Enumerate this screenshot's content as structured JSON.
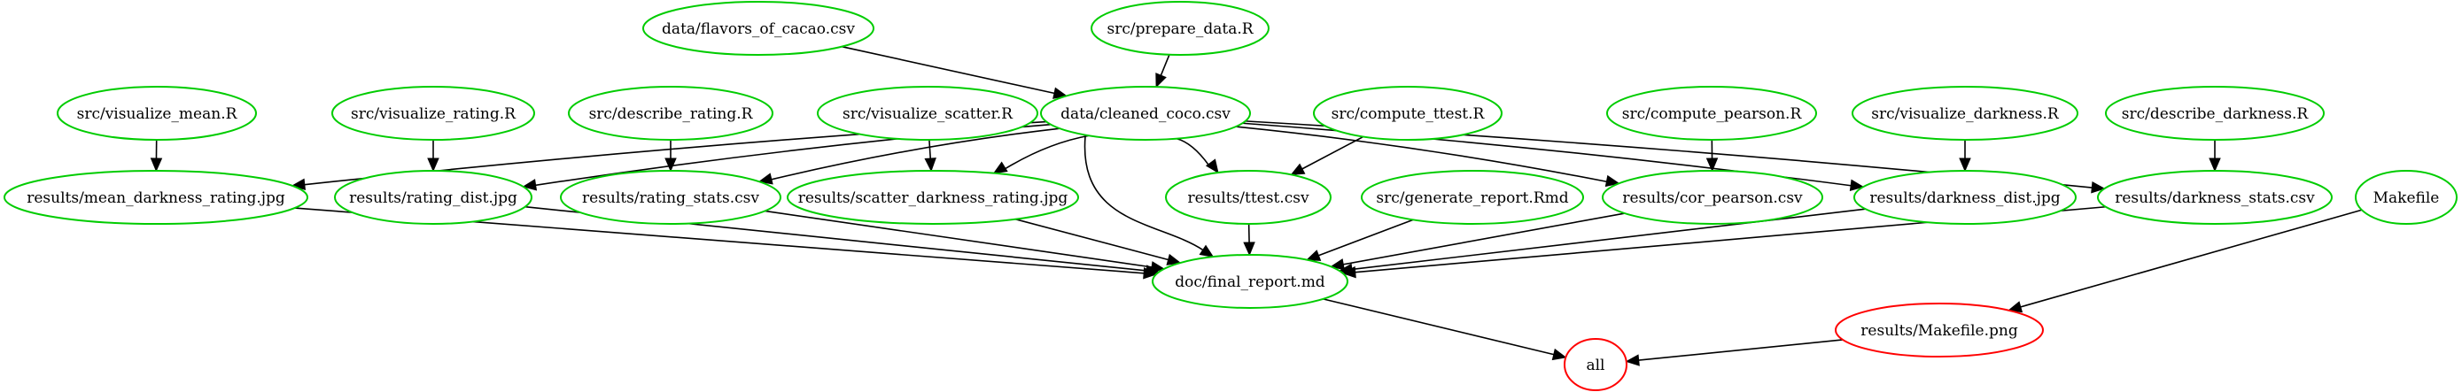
{
  "colors": {
    "target": "#00cc00",
    "target_red": "#ff0000",
    "edge": "#000000"
  },
  "nodes": [
    {
      "id": "flavors",
      "label": "data/flavors_of_cacao.csv",
      "color": "#00cc00"
    },
    {
      "id": "prepare",
      "label": "src/prepare_data.R",
      "color": "#00cc00"
    },
    {
      "id": "vis_mean",
      "label": "src/visualize_mean.R",
      "color": "#00cc00"
    },
    {
      "id": "vis_rating",
      "label": "src/visualize_rating.R",
      "color": "#00cc00"
    },
    {
      "id": "desc_rating",
      "label": "src/describe_rating.R",
      "color": "#00cc00"
    },
    {
      "id": "vis_scatter",
      "label": "src/visualize_scatter.R",
      "color": "#00cc00"
    },
    {
      "id": "cleaned",
      "label": "data/cleaned_coco.csv",
      "color": "#00cc00"
    },
    {
      "id": "ttest_src",
      "label": "src/compute_ttest.R",
      "color": "#00cc00"
    },
    {
      "id": "pearson_src",
      "label": "src/compute_pearson.R",
      "color": "#00cc00"
    },
    {
      "id": "vis_dark",
      "label": "src/visualize_darkness.R",
      "color": "#00cc00"
    },
    {
      "id": "desc_dark",
      "label": "src/describe_darkness.R",
      "color": "#00cc00"
    },
    {
      "id": "mean_jpg",
      "label": "results/mean_darkness_rating.jpg",
      "color": "#00cc00"
    },
    {
      "id": "rating_jpg",
      "label": "results/rating_dist.jpg",
      "color": "#00cc00"
    },
    {
      "id": "rating_csv",
      "label": "results/rating_stats.csv",
      "color": "#00cc00"
    },
    {
      "id": "scatter_jpg",
      "label": "results/scatter_darkness_rating.jpg",
      "color": "#00cc00"
    },
    {
      "id": "ttest_csv",
      "label": "results/ttest.csv",
      "color": "#00cc00"
    },
    {
      "id": "gen_report",
      "label": "src/generate_report.Rmd",
      "color": "#00cc00"
    },
    {
      "id": "pearson_csv",
      "label": "results/cor_pearson.csv",
      "color": "#00cc00"
    },
    {
      "id": "dark_jpg",
      "label": "results/darkness_dist.jpg",
      "color": "#00cc00"
    },
    {
      "id": "dark_csv",
      "label": "results/darkness_stats.csv",
      "color": "#00cc00"
    },
    {
      "id": "makefile",
      "label": "Makefile",
      "color": "#00cc00"
    },
    {
      "id": "report",
      "label": "doc/final_report.md",
      "color": "#00cc00"
    },
    {
      "id": "make_png",
      "label": "results/Makefile.png",
      "color": "#ff0000"
    },
    {
      "id": "all",
      "label": "all",
      "color": "#ff0000"
    }
  ],
  "edges": [
    [
      "flavors",
      "cleaned"
    ],
    [
      "prepare",
      "cleaned"
    ],
    [
      "vis_mean",
      "mean_jpg"
    ],
    [
      "vis_rating",
      "rating_jpg"
    ],
    [
      "desc_rating",
      "rating_csv"
    ],
    [
      "vis_scatter",
      "scatter_jpg"
    ],
    [
      "ttest_src",
      "ttest_csv"
    ],
    [
      "pearson_src",
      "pearson_csv"
    ],
    [
      "vis_dark",
      "dark_jpg"
    ],
    [
      "desc_dark",
      "dark_csv"
    ],
    [
      "cleaned",
      "mean_jpg"
    ],
    [
      "cleaned",
      "rating_jpg"
    ],
    [
      "cleaned",
      "rating_csv"
    ],
    [
      "cleaned",
      "scatter_jpg"
    ],
    [
      "cleaned",
      "ttest_csv"
    ],
    [
      "cleaned",
      "pearson_csv"
    ],
    [
      "cleaned",
      "dark_jpg"
    ],
    [
      "cleaned",
      "dark_csv"
    ],
    [
      "cleaned",
      "report"
    ],
    [
      "mean_jpg",
      "report"
    ],
    [
      "rating_jpg",
      "report"
    ],
    [
      "rating_csv",
      "report"
    ],
    [
      "scatter_jpg",
      "report"
    ],
    [
      "ttest_csv",
      "report"
    ],
    [
      "gen_report",
      "report"
    ],
    [
      "pearson_csv",
      "report"
    ],
    [
      "dark_jpg",
      "report"
    ],
    [
      "dark_csv",
      "report"
    ],
    [
      "makefile",
      "make_png"
    ],
    [
      "report",
      "all"
    ],
    [
      "make_png",
      "all"
    ]
  ]
}
